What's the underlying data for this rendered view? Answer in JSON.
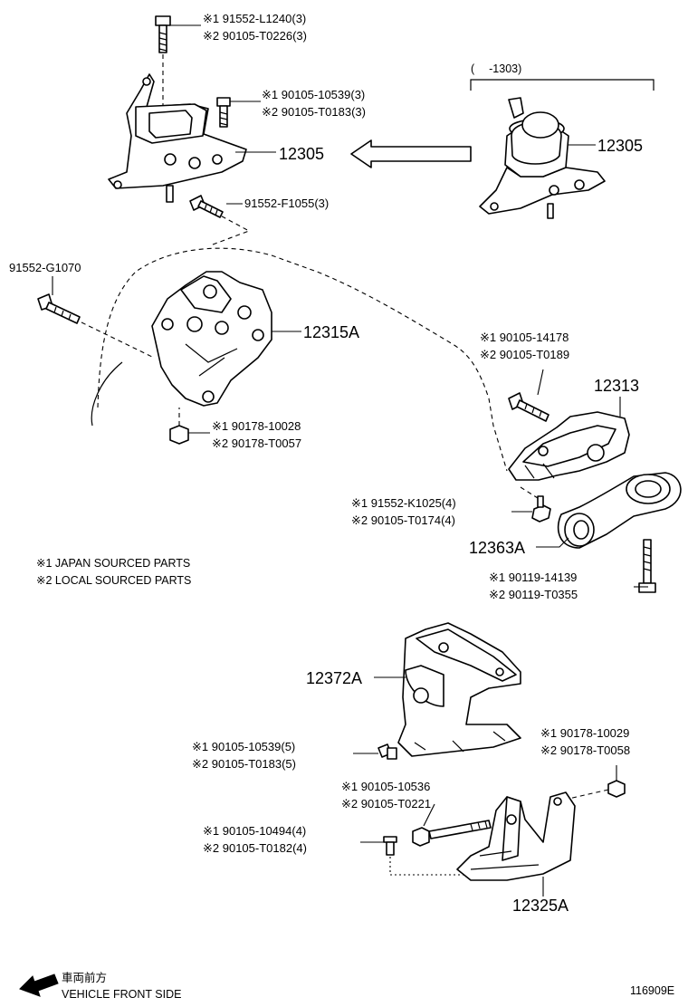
{
  "labels": {
    "top_bolt_1": "※1 91552-L1240(3)",
    "top_bolt_2": "※2 90105-T0226(3)",
    "bolt_a_1": "※1 90105-10539(3)",
    "bolt_a_2": "※2 90105-T0183(3)",
    "mount_12305_left": "12305",
    "mount_12305_right": "12305",
    "range_bracket": "(　 -1303)",
    "bolt_f1055": "91552-F1055(3)",
    "bolt_g1070": "91552-G1070",
    "bracket_12315a": "12315A",
    "nut_a_1": "※1 90178-10028",
    "nut_a_2": "※2 90178-T0057",
    "bolt_b_1": "※1 90105-14178",
    "bolt_b_2": "※2 90105-T0189",
    "mount_12313": "12313",
    "bolt_c_1": "※1 91552-K1025(4)",
    "bolt_c_2": "※2 90105-T0174(4)",
    "rod_12363a": "12363A",
    "bolt_d_1": "※1 90119-14139",
    "bolt_d_2": "※2 90119-T0355",
    "mount_12372a": "12372A",
    "bolt_e_1": "※1 90105-10539(5)",
    "bolt_e_2": "※2 90105-T0183(5)",
    "nut_b_1": "※1 90178-10029",
    "nut_b_2": "※2 90178-T0058",
    "bolt_g_1": "※1 90105-10536",
    "bolt_g_2": "※2 90105-T0221",
    "bolt_h_1": "※1 90105-10494(4)",
    "bolt_h_2": "※2 90105-T0182(4)",
    "bracket_12325a": "12325A",
    "note_1": "※1 JAPAN SOURCED PARTS",
    "note_2": "※2 LOCAL SOURCED PARTS",
    "front_jp": "車両前方",
    "front_en": "VEHICLE FRONT SIDE",
    "diagram_code": "116909E"
  }
}
